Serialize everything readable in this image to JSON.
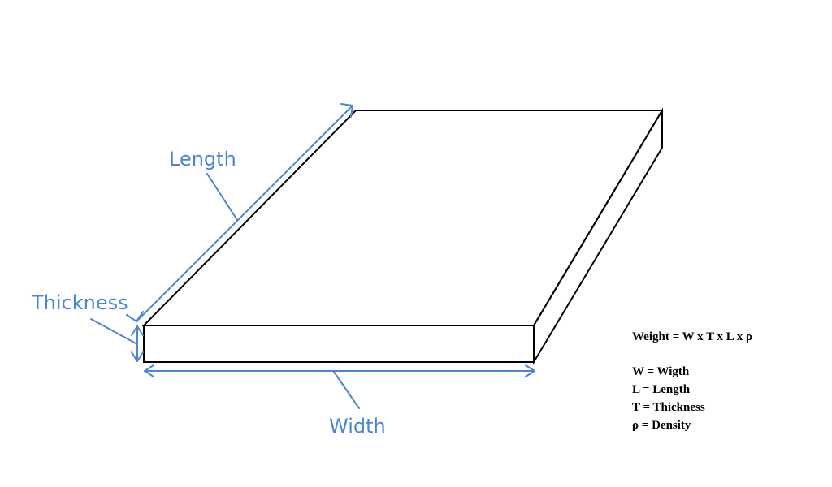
{
  "labels": {
    "length": "Length",
    "thickness": "Thickness",
    "width": "Width"
  },
  "legend": {
    "formula": "Weight = W x T x L x ρ",
    "definitions": [
      "W = Wigth",
      "L = Length",
      "T = Thickness",
      "ρ = Density"
    ]
  },
  "colors": {
    "dimension": "#4a86d4",
    "outline": "#000000",
    "background": "#ffffff"
  }
}
